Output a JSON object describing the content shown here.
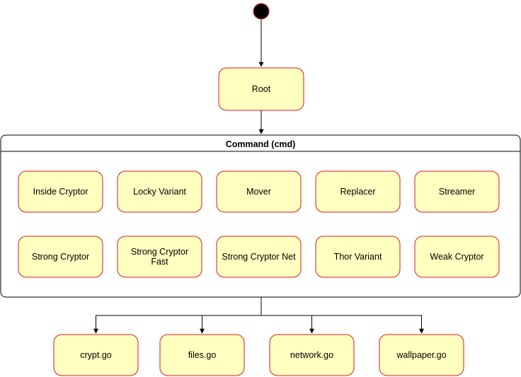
{
  "root": {
    "label": "Root"
  },
  "command": {
    "title": "Command (cmd)",
    "row1": [
      "Inside Cryptor",
      "Locky Variant",
      "Mover",
      "Replacer",
      "Streamer"
    ],
    "row2": [
      [
        "Strong Cryptor"
      ],
      [
        "Strong Cryptor",
        "Fast"
      ],
      [
        "Strong Cryptor Net"
      ],
      [
        "Thor Variant"
      ],
      [
        "Weak Cryptor"
      ]
    ]
  },
  "files": [
    "crypt.go",
    "files.go",
    "network.go",
    "wallpaper.go"
  ],
  "colors": {
    "state_fill": "#ffffc0",
    "state_stroke": "#e0191c",
    "initial_fill": "#000000"
  }
}
